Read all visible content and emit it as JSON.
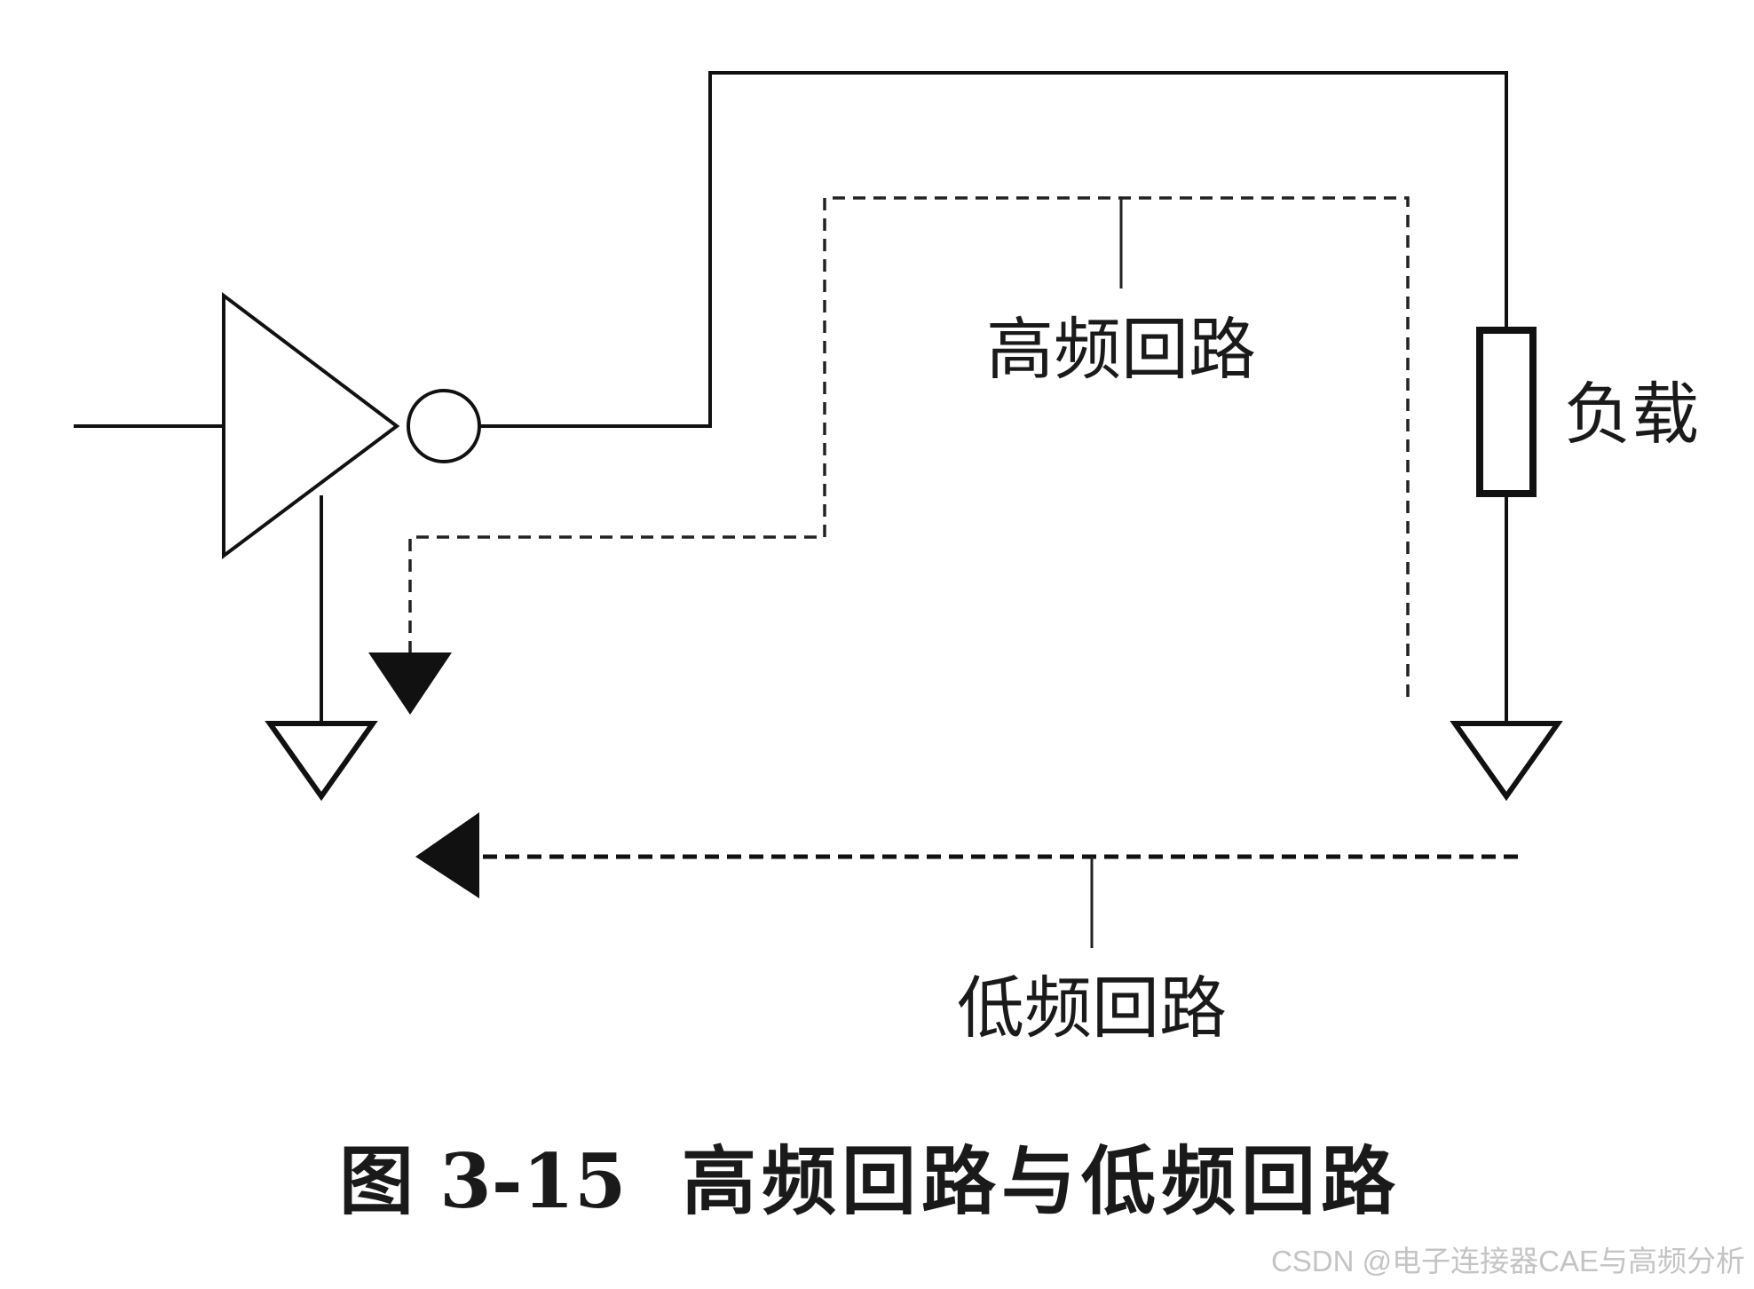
{
  "labels": {
    "high_freq_loop": "高频回路",
    "low_freq_loop": "低频回路",
    "load": "负载"
  },
  "caption": {
    "figure_number": "图 3-15",
    "title": "高频回路与低频回路"
  },
  "watermark": "CSDN @电子连接器CAE与高频分析"
}
